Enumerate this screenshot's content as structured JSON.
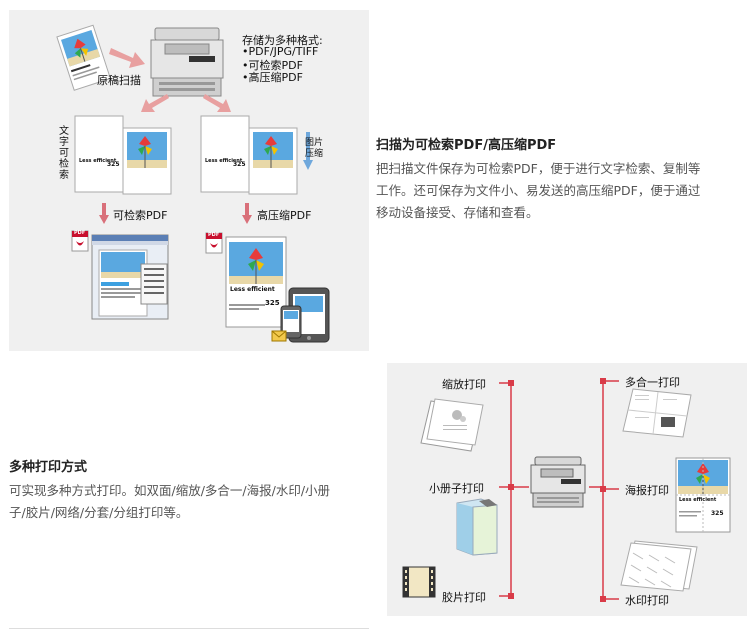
{
  "scan": {
    "formats_title": "存储为多种格式:",
    "formats": [
      "•PDF/JPG/TIFF",
      "•可检索PDF",
      "•高压缩PDF"
    ],
    "original_scan": "原稿扫描",
    "text_search_label": "文字可检索",
    "image_compress_label": "图片压缩",
    "searchable_pdf": "可检索PDF",
    "compressed_pdf": "高压缩PDF",
    "sample_page_title": "Less efficient",
    "sample_page_number": "325",
    "pdf_badge": "PDF",
    "feature_title": "扫描为可检索PDF/高压缩PDF",
    "feature_desc_lines": [
      "把扫描文件保存为可检索PDF，便于进行文字检索、复制等",
      "工作。还可保存为文件小、易发送的高压缩PDF，便于通过",
      "移动设备接受、存储和查看。"
    ]
  },
  "print": {
    "feature_title": "多种打印方式",
    "feature_desc_lines": [
      "可实现多种方式打印。如双面/缩放/多合一/海报/水印/小册",
      "子/胶片/网络/分套/分组打印等。"
    ],
    "modes": {
      "zoom": "缩放打印",
      "booklet": "小册子打印",
      "film": "胶片打印",
      "nup": "多合一打印",
      "poster": "海报打印",
      "watermark": "水印打印"
    },
    "sample_page_title": "Less efficient",
    "sample_page_number": "325"
  },
  "colors": {
    "accent_red": "#d93b48",
    "panel_bg": "#f0f0f0",
    "sky_blue": "#2a8fd6",
    "pdf_red": "#c8102e"
  }
}
